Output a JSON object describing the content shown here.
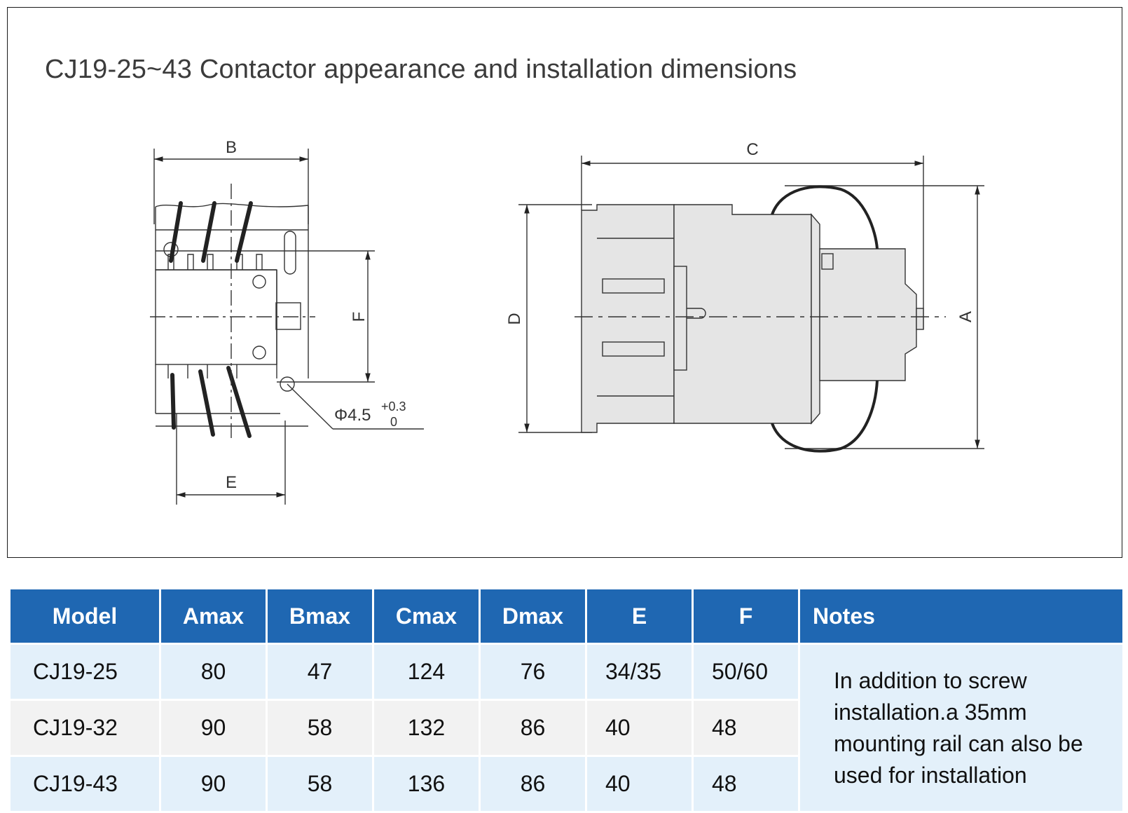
{
  "diagram": {
    "title": "CJ19-25~43 Contactor appearance and installation dimensions",
    "labels": {
      "b": "B",
      "c": "C",
      "d": "D",
      "a": "A",
      "e": "E",
      "f": "F",
      "hole": "Φ4.5",
      "tol_upper": "+0.3",
      "tol_lower": "0"
    }
  },
  "table": {
    "headers": [
      "Model",
      "Amax",
      "Bmax",
      "Cmax",
      "Dmax",
      "E",
      "F",
      "Notes"
    ],
    "rows": [
      [
        "CJ19-25",
        "80",
        "47",
        "124",
        "76",
        "34/35",
        "50/60"
      ],
      [
        "CJ19-32",
        "90",
        "58",
        "132",
        "86",
        "40",
        "48"
      ],
      [
        "CJ19-43",
        "90",
        "58",
        "136",
        "86",
        "40",
        "48"
      ]
    ],
    "notes": "In addition to screw installation.a 35mm mounting rail can also be used for installation"
  }
}
